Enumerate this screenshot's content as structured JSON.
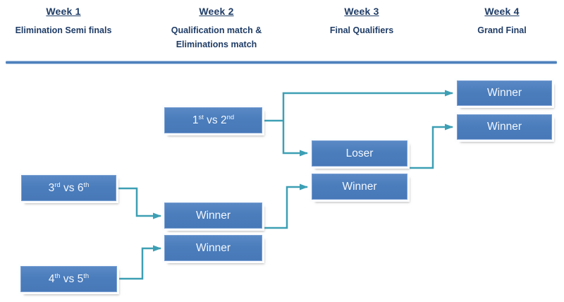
{
  "colors": {
    "box_fill": "#4b7dbc",
    "box_border": "#7aa0d4",
    "box_text": "#f2f7fd",
    "connector": "#3d9fb4",
    "divider": "#4f81bd",
    "header_text": "#1f3c66"
  },
  "header": {
    "columns": [
      {
        "title": "Week 1",
        "subtitle_lines": [
          "Elimination Semi finals"
        ]
      },
      {
        "title": "Week 2",
        "subtitle_lines": [
          "Qualification match &",
          "Eliminations match"
        ]
      },
      {
        "title": "Week 3",
        "subtitle_lines": [
          "Final Qualifiers"
        ]
      },
      {
        "title": "Week 4",
        "subtitle_lines": [
          "Grand Final"
        ]
      }
    ]
  },
  "bracket": {
    "boxes": {
      "match_1_2": {
        "num1": "1",
        "sup1": "st",
        "vs": " vs ",
        "num2": "2",
        "sup2": "nd"
      },
      "match_3_6": {
        "num1": "3",
        "sup1": "rd",
        "vs": " vs ",
        "num2": "6",
        "sup2": "th"
      },
      "match_4_5": {
        "num1": "4",
        "sup1": "th",
        "vs": " vs ",
        "num2": "5",
        "sup2": "th"
      },
      "week2_winner_top": {
        "label": "Winner"
      },
      "week2_winner_bottom": {
        "label": "Winner"
      },
      "week3_loser": {
        "label": "Loser"
      },
      "week3_winner": {
        "label": "Winner"
      },
      "week4_winner_top": {
        "label": "Winner"
      },
      "week4_winner_bottom": {
        "label": "Winner"
      }
    }
  }
}
